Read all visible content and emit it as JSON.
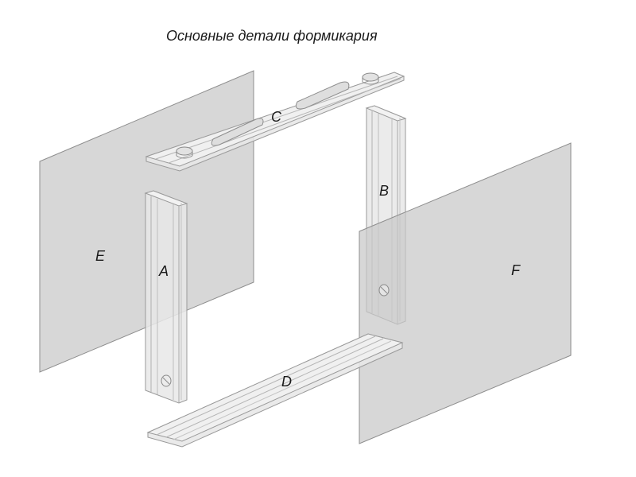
{
  "title": "Основные детали формикария",
  "labels": {
    "A": "A",
    "B": "B",
    "C": "C",
    "D": "D",
    "E": "E",
    "F": "F"
  },
  "colors": {
    "panel_fill": "#c8c8c8",
    "panel_stroke": "#8e8e8e",
    "profile_fill": "#e6e6e6",
    "profile_stroke": "#9a9a9a",
    "text": "#1a1a1a"
  }
}
